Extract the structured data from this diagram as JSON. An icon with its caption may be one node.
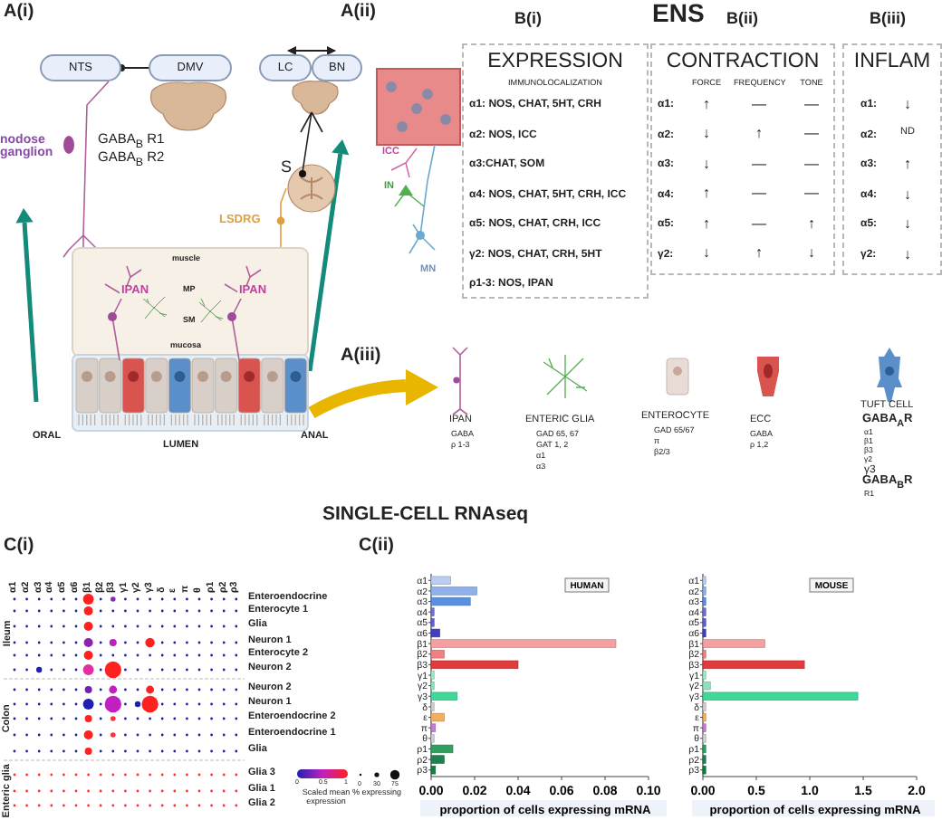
{
  "diagram": {
    "nodes": [
      {
        "text": [
          "NTS"
        ]
      },
      {
        "text": [
          "DMV"
        ]
      },
      {
        "text": [
          "LC"
        ]
      },
      {
        "text": [
          "BN"
        ]
      },
      {
        "text": [
          "EXPRESSION",
          "IMMUNOLOCALIZATION",
          "α1: NOS, CHAT, 5HT, CRH",
          "α2: NOS, ICC",
          "α3:CHAT, SOM",
          "α4: NOS, CHAT, 5HT, CRH, ICC",
          "α5: NOS, CHAT, CRH, ICC",
          "γ2: NOS, CHAT, CRH, 5HT",
          "ρ1-3: NOS, IPAN"
        ]
      },
      {
        "text": [
          "CONTRACTION",
          "FORCE",
          "FREQUENCY",
          "TONE",
          "α1:",
          "↑",
          "—",
          "—",
          "α2:",
          "↓",
          "↑",
          "—",
          "α3:",
          "↓",
          "—",
          "—",
          "α4:",
          "↑",
          "—",
          "—",
          "α5:",
          "↑",
          "—",
          "↑",
          "γ2:",
          "↓",
          "↑",
          "↓"
        ]
      },
      {
        "text": [
          "INFLAM",
          "α1:",
          "↓",
          "α2:",
          "ND",
          "α3:",
          "↑",
          "α4:",
          "↓",
          "α5:",
          "↓",
          "γ2:",
          "↓"
        ]
      }
    ],
    "edges": [
      {
        "from": 0,
        "to": 1,
        "arrow": "other"
      },
      {
        "from": 2,
        "to": 3,
        "arrow": "both"
      }
    ],
    "labels": [
      "A(i)",
      "A(ii)",
      "B(i)",
      "ENS",
      "B(ii)",
      "B(iii)",
      "nodose ganglion",
      "GABA$_{B}$ R1",
      "GABA$_{B}$ R2",
      "S",
      "LSDRG",
      "ICC",
      "IN",
      "MN",
      "muscle",
      "IPAN",
      "MP",
      "IPAN",
      "SM",
      "mucosa",
      "ORAL",
      "ANAL",
      "LUMEN",
      "A(iii)",
      "IPAN",
      "GABA",
      "ρ 1-3",
      "ENTERIC GLIA",
      "GAD 65, 67",
      "GAT 1, 2",
      "α1",
      "α3",
      "ENTEROCYTE",
      "GAD 65/67",
      "π",
      "β2/3",
      "ECC",
      "GABA",
      "ρ 1,2",
      "TUFT CELL",
      "GABA$_{A}$R",
      "α1",
      "β1",
      "β3",
      "γ2",
      "γ3",
      "GABA$_{B}$R",
      "R1",
      "SINGLE-CELL RNAseq",
      "C(i)",
      "C(ii)",
      "α1",
      "α2",
      "α3",
      "α4",
      "α5",
      "α6",
      "β1",
      "β2",
      "β3",
      "γ1",
      "γ2",
      "γ3",
      "δ",
      "ε",
      "π",
      "θ",
      "ρ1",
      "ρ2",
      "ρ3",
      "Enteroendocrine",
      "Enterocyte 1",
      "Glia",
      "Neuron 1",
      "Enterocyte 2",
      "Neuron 2",
      "Neuron 2",
      "Neuron 1",
      "Enteroendocrine 2",
      "Enteroendocrine 1",
      "Glia",
      "Glia 3",
      "Glia 1",
      "Glia 2",
      "Ileum",
      "Colon",
      "Enteric glia",
      "0",
      "0.5",
      "1",
      "0",
      "30",
      "75"
    ],
    "legend": [
      {
        "text": "Scaled mean expression"
      },
      {
        "text": "% expressing"
      }
    ],
    "chart_data": [
      {
        "type": "bar",
        "orientation": "horizontal",
        "title": "HUMAN",
        "xlabel": "proportion of cells expressing mRNA",
        "categories": [
          "α1",
          "α2",
          "α3",
          "α4",
          "α5",
          "α6",
          "β1",
          "β2",
          "β3",
          "γ1",
          "γ2",
          "γ3",
          "δ",
          "ε",
          "π",
          "θ",
          "ρ1",
          "ρ2",
          "ρ3"
        ],
        "series": [
          {
            "values": [
              0.009,
              0.021,
              0.018,
              0,
              0.001,
              0.004,
              0.085,
              0.006,
              0.04,
              0.001,
              0.001,
              0.012,
              0,
              0.006,
              0.002,
              0,
              0.01,
              0.006,
              0.002
            ]
          }
        ],
        "xlim": [
          0,
          0.1
        ],
        "xticks": [
          {
            "value": 0,
            "label": "0.00"
          },
          {
            "value": 0.02,
            "label": "0.02"
          },
          {
            "value": 0.04,
            "label": "0.04"
          },
          {
            "value": 0.06,
            "label": "0.06"
          },
          {
            "value": 0.08,
            "label": "0.08"
          },
          {
            "value": 0.1,
            "label": "0.10"
          }
        ]
      },
      {
        "type": "bar",
        "orientation": "horizontal",
        "title": "MOUSE",
        "xlabel": "proportion of cells expressing mRNA",
        "categories": [
          "α1",
          "α2",
          "α3",
          "α4",
          "α5",
          "α6",
          "β1",
          "β2",
          "β3",
          "γ1",
          "γ2",
          "γ3",
          "δ",
          "ε",
          "π",
          "θ",
          "ρ1",
          "ρ2",
          "ρ3"
        ],
        "series": [
          {
            "values": [
              0,
              0.01,
              0.02,
              0,
              0,
              0,
              0.58,
              0.01,
              0.95,
              0,
              0.07,
              1.45,
              0,
              0,
              0,
              0,
              0,
              0,
              0
            ]
          }
        ],
        "xlim": [
          0,
          2
        ],
        "xticks": [
          {
            "value": 0,
            "label": "0.00"
          },
          {
            "value": 0.5,
            "label": "0.5"
          },
          {
            "value": 1,
            "label": "1.0"
          },
          {
            "value": 1.5,
            "label": "1.5"
          },
          {
            "value": 2,
            "label": "2.0"
          }
        ]
      }
    ]
  }
}
